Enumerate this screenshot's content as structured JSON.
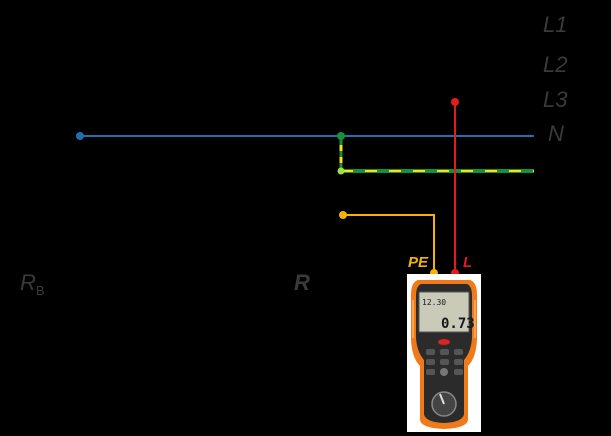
{
  "labels": {
    "L1": "L1",
    "L2": "L2",
    "L3": "L3",
    "N": "N",
    "RB_main": "R",
    "RB_sub": "B",
    "R": "R",
    "PE": "PE",
    "L": "L"
  },
  "colors": {
    "background": "#000000",
    "neutral": "#1f6fb2",
    "pe_green": "#1a8f3a",
    "pe_yellow": "#f2e21b",
    "probe_pe": "#f5b400",
    "probe_l": "#e31b1b",
    "label_gray": "#3a3a3a",
    "meter_orange": "#f07a1a"
  },
  "meter": {
    "display_top": "12.30",
    "display_main": "0.73"
  }
}
